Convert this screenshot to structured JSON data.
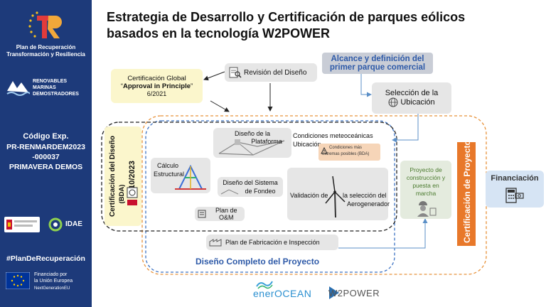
{
  "sidebar": {
    "plan_line1": "Plan de Recuperación",
    "plan_line2": "Transformación y Resiliencia",
    "programme_line1": "RENOVABLES",
    "programme_line2": "MARINAS",
    "programme_line3": "DEMOSTRADORES",
    "code_title": "Código Exp.",
    "code_line1": "PR-RENMARDEM2023",
    "code_line2": "-000037",
    "code_line3": "PRIMAVERA DEMOS",
    "idae_label": "IDAE",
    "hashtag": "#PlanDeRecuperación",
    "eu_line1": "Financiado por",
    "eu_line2": "la Unión Europea",
    "eu_line3": "NextGenerationEU"
  },
  "header": {
    "title_line1": "Estrategia de Desarrollo y Certificación de parques eólicos",
    "title_line2": "basados en la tecnología W2POWER"
  },
  "diagram": {
    "cert_global_line1": "Certificación Global",
    "cert_global_q1": "“",
    "cert_global_bold": "Approval in Principle",
    "cert_global_q2": "”",
    "cert_global_date": "6/2021",
    "revision": "Revisión del Diseño",
    "alcance_line1": "Alcance y definición del",
    "alcance_line2": "primer parque comercial",
    "seleccion_line1": "Selección de la",
    "seleccion_line2": "Ubicación",
    "cert_diseno_line1": "Certificación del Diseño",
    "cert_diseno_line2": "(BDA)",
    "cert_diseno_date": "10/2023",
    "plataforma_line1": "Diseño de la",
    "plataforma_line2": "Plataforma",
    "condiciones_line1": "Condiciones meteoceánicas",
    "condiciones_line2": "Ubicación",
    "condiciones_note1": "Condiciones más",
    "condiciones_note2": "extremas posibles (BDA)",
    "calculo_line1": "Cálculo",
    "calculo_line2": "Estructural",
    "fondeo_line1": "Diseño del Sistema",
    "fondeo_line2": "de Fondeo",
    "validacion_left": "Validación de",
    "validacion_right1": "la selección del",
    "validacion_right2": "Aerogenerador",
    "om": "Plan de O&M",
    "fabricacion": "Plan de Fabricación e Inspección",
    "diseno_completo": "Diseño Completo del Proyecto",
    "proyecto_line1": "Proyecto de",
    "proyecto_line2": "construcción y",
    "proyecto_line3": "puesta en",
    "proyecto_line4": "marcha",
    "cert_proyecto": "Certificación de Proyecto",
    "financiacion": "Financiación"
  },
  "footer": {
    "logo1": "enerOCEAN",
    "logo2": "W2POWER"
  }
}
